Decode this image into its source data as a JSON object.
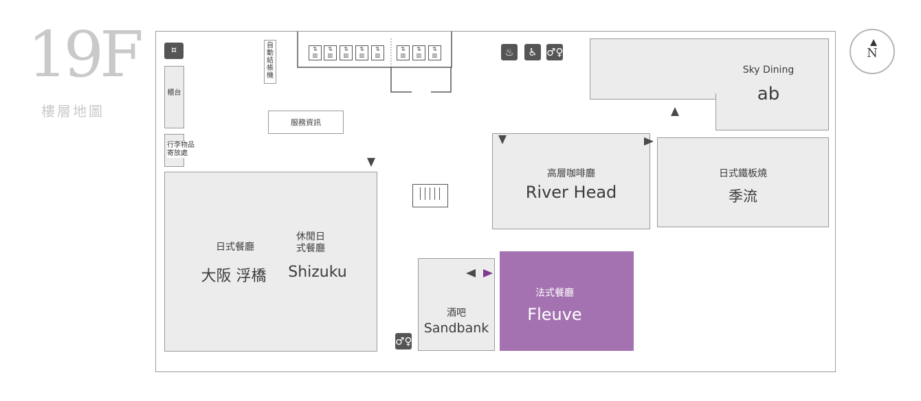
{
  "header": {
    "floor_number": "19F",
    "floor_subtitle": "樓層地圖"
  },
  "compass": {
    "label": "N"
  },
  "map": {
    "counter_label": "櫃台",
    "luggage_label": "行李物品寄放處",
    "kiosk_label": "自動結帳機",
    "info_label": "服務資訊",
    "osaka": {
      "category": "日式餐廳",
      "name": "大阪 浮橋"
    },
    "shizuku": {
      "category": "休閒日式餐廳",
      "name": "Shizuku"
    },
    "sky_dining": {
      "category": "Sky Dining",
      "name": "ab"
    },
    "river_head": {
      "category": "高層咖啡廳",
      "name": "River Head"
    },
    "kiryu": {
      "category": "日式鐵板燒",
      "name": "季流"
    },
    "fleuve": {
      "category": "法式餐廳",
      "name": "Fleuve",
      "color": "#a472b0"
    },
    "sandbank": {
      "category": "酒吧",
      "name": "Sandbank"
    },
    "icons": [
      "atm-icon",
      "smoking-area-icon",
      "wheelchair-icon",
      "restroom-icon",
      "restroom-icon",
      "elevator-icon",
      "staircase-icon"
    ]
  }
}
